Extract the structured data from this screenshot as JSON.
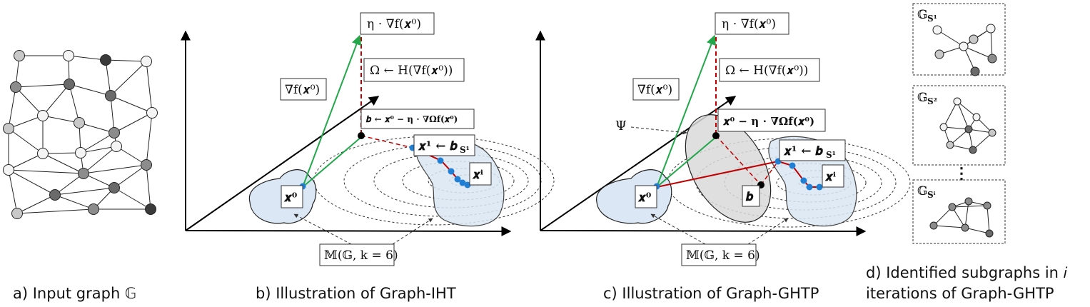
{
  "captions": {
    "a": "a) Input graph 𝔾",
    "b": "b) Illustration of Graph-IHT",
    "c": "c) Illustration of Graph-GHTP",
    "d_line1": "d) Identified subgraphs in 𝑖",
    "d_line2": "iterations of Graph-GHTP"
  },
  "panel_b": {
    "eta_grad": "η ⋅ ∇f(𝒙⁰)",
    "omega": "Ω ← H(∇f(𝒙⁰))",
    "grad": "∇f(𝒙⁰)",
    "b_update": "𝒃 ← 𝒙⁰ − η ⋅ ∇Ωf(𝒙⁰)",
    "x1_update": "𝒙¹ ← 𝒃",
    "x1_sub": "S¹",
    "x0": "𝒙⁰",
    "xi": "𝒙ⁱ",
    "model": "𝕄(𝔾, k = 6)"
  },
  "panel_c": {
    "eta_grad": "η ⋅ ∇f(𝒙⁰)",
    "omega": "Ω ← H(∇f(𝒙⁰))",
    "grad": "∇f(𝒙⁰)",
    "b_update": "𝒙⁰ − η ⋅ ∇Ωf(𝒙⁰)",
    "psi": "Ψ",
    "x1_update": "𝒙¹ ← 𝒃",
    "x1_sub": "S¹",
    "x0": "𝒙⁰",
    "b": "𝒃",
    "xi": "𝒙ⁱ",
    "model": "𝕄(𝔾, k = 6)"
  },
  "panel_d": {
    "g1": "𝔾",
    "g1_sub": "S¹",
    "g2": "𝔾",
    "g2_sub": "S²",
    "g3": "𝔾",
    "g3_sub": "Sⁱ",
    "ellipsis": "⋮"
  },
  "colors": {
    "gradient_arrow": "#22a84a",
    "path": "#c00000",
    "point": "#1f7fd4",
    "region": "#dbe7f4",
    "psi_region": "#d9d9d9"
  }
}
